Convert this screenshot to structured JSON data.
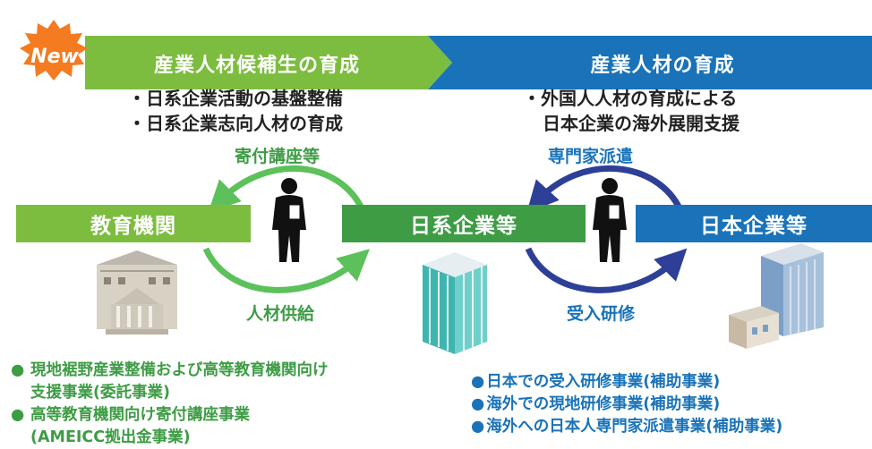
{
  "badge": {
    "label": "New"
  },
  "banners": [
    {
      "label": "産業人材候補生の育成",
      "color": "#7cbd3f"
    },
    {
      "label": "産業人材の育成",
      "color": "#1a73b9"
    }
  ],
  "left_points": [
    "・日系企業活動の基盤整備",
    "・日系企業志向人材の育成"
  ],
  "right_points": [
    "・外国人人材の育成による",
    "日本企業の海外展開支援"
  ],
  "entities": {
    "education": {
      "label": "教育機関",
      "color": "#7cbd3f"
    },
    "affiliates": {
      "label": "日系企業等",
      "color": "#3e9c45"
    },
    "japan": {
      "label": "日本企業等",
      "color": "#1a73b9"
    }
  },
  "flows": {
    "donation": "寄付講座等",
    "supply": "人材供給",
    "dispatch": "専門家派遣",
    "training": "受入研修"
  },
  "left_list": [
    {
      "bullet": "●",
      "text": "現地裾野産業整備および高等教育機関向け"
    },
    {
      "bullet": "",
      "text": "支援事業(委託事業)"
    },
    {
      "bullet": "●",
      "text": "高等教育機関向け寄付講座事業"
    },
    {
      "bullet": "",
      "text": "(AMEICC拠出金事業)"
    }
  ],
  "right_list": [
    {
      "bullet": "●",
      "text": "日本での受入研修事業(補助事業)"
    },
    {
      "bullet": "●",
      "text": "海外での現地研修事業(補助事業)"
    },
    {
      "bullet": "●",
      "text": "海外への日本人専門家派遣事業(補助事業)"
    }
  ],
  "colors": {
    "green_text": "#3e9c45",
    "blue_text": "#1a73b9",
    "green_arrow": "#5cc15a",
    "blue_arrow": "#2e3f97",
    "badge": "#f47b20"
  }
}
